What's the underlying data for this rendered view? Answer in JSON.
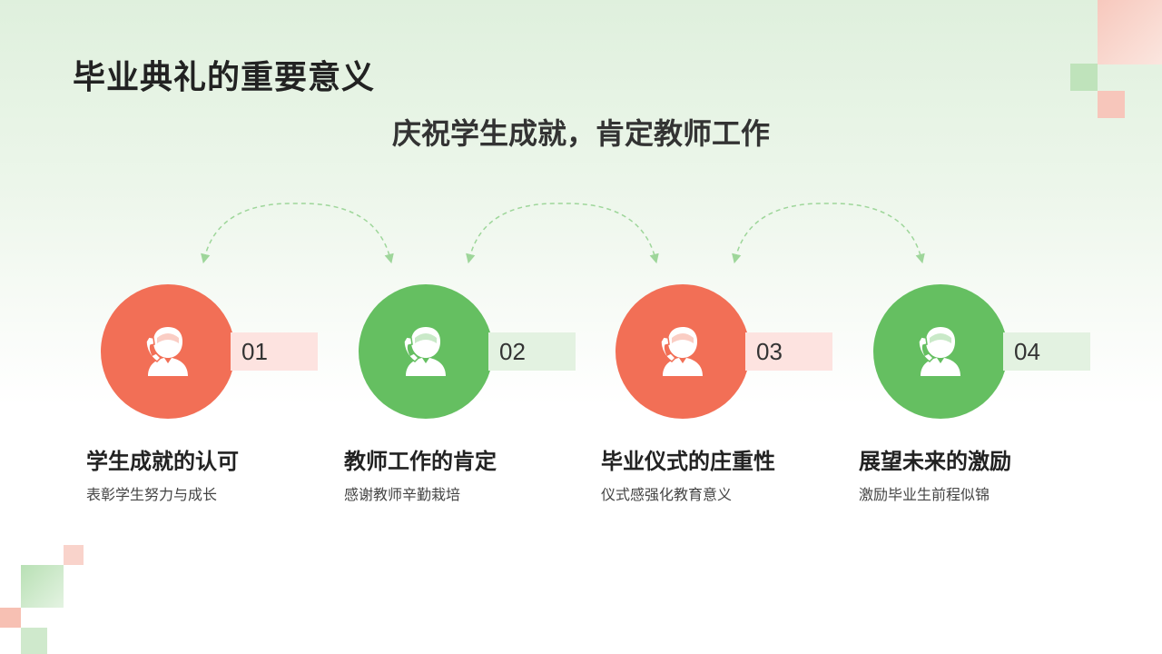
{
  "title": "毕业典礼的重要意义",
  "subtitle": "庆祝学生成就，肯定教师工作",
  "colors": {
    "accent_red": "#f26f56",
    "accent_green": "#65bf61",
    "tag_red": "#fde3e0",
    "tag_green": "#e3f2e1"
  },
  "items": [
    {
      "number": "01",
      "title": "学生成就的认可",
      "desc": "表彰学生努力与成长",
      "color": "red",
      "icon": "person-phone-icon"
    },
    {
      "number": "02",
      "title": "教师工作的肯定",
      "desc": "感谢教师辛勤栽培",
      "color": "green",
      "icon": "person-phone-icon"
    },
    {
      "number": "03",
      "title": "毕业仪式的庄重性",
      "desc": "仪式感强化教育意义",
      "color": "red",
      "icon": "person-phone-icon"
    },
    {
      "number": "04",
      "title": "展望未来的激励",
      "desc": "激励毕业生前程似锦",
      "color": "green",
      "icon": "person-phone-icon"
    }
  ]
}
